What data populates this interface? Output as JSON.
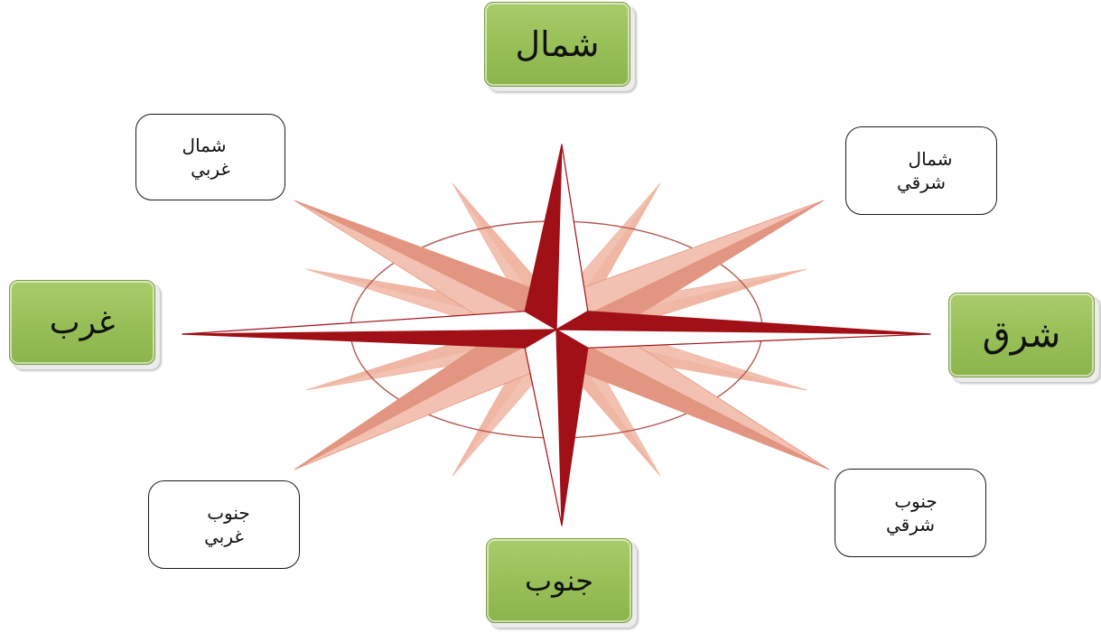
{
  "labels": {
    "north": "شمال",
    "east": "شرق",
    "west": "غرب",
    "south": "جنوب",
    "northwest": [
      "شمال",
      "غربي"
    ],
    "northeast": [
      "شمال",
      "شرقي"
    ],
    "southwest": [
      "جنوب",
      "غربي"
    ],
    "southeast": [
      "جنوب",
      "شرقي"
    ]
  },
  "colors": {
    "main_point": "#a10f17",
    "main_point_light": "#ffffff",
    "secondary_point": "#e29580",
    "secondary_point_light": "#f2c1b1",
    "minor_point": "#efb7a4",
    "ring": "#b25a50",
    "cardinal_box": "#9cc25c",
    "intercardinal_box": "#ffffff"
  }
}
